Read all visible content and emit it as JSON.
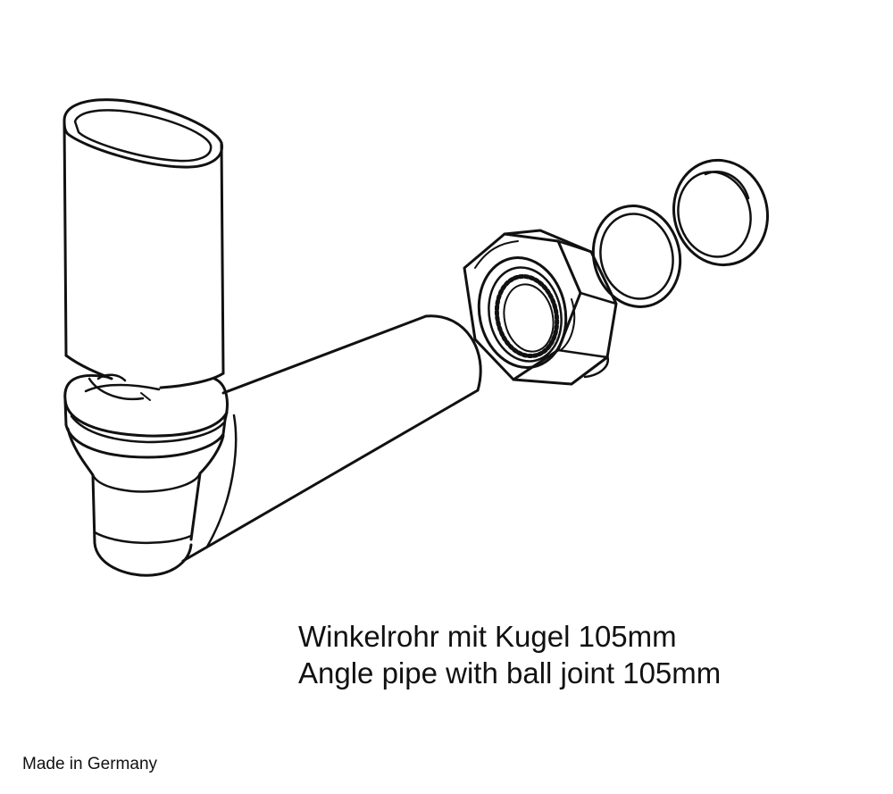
{
  "caption": {
    "line_de": "Winkelrohr mit Kugel 105mm",
    "line_en": "Angle pipe with ball joint 105mm"
  },
  "footer": {
    "origin": "Made in Germany"
  },
  "parts": [
    {
      "icon": "angle-pipe-with-ball-joint-icon"
    },
    {
      "icon": "hex-union-nut-icon"
    },
    {
      "icon": "flat-sealing-ring-icon"
    },
    {
      "icon": "conical-sealing-ring-icon"
    }
  ]
}
